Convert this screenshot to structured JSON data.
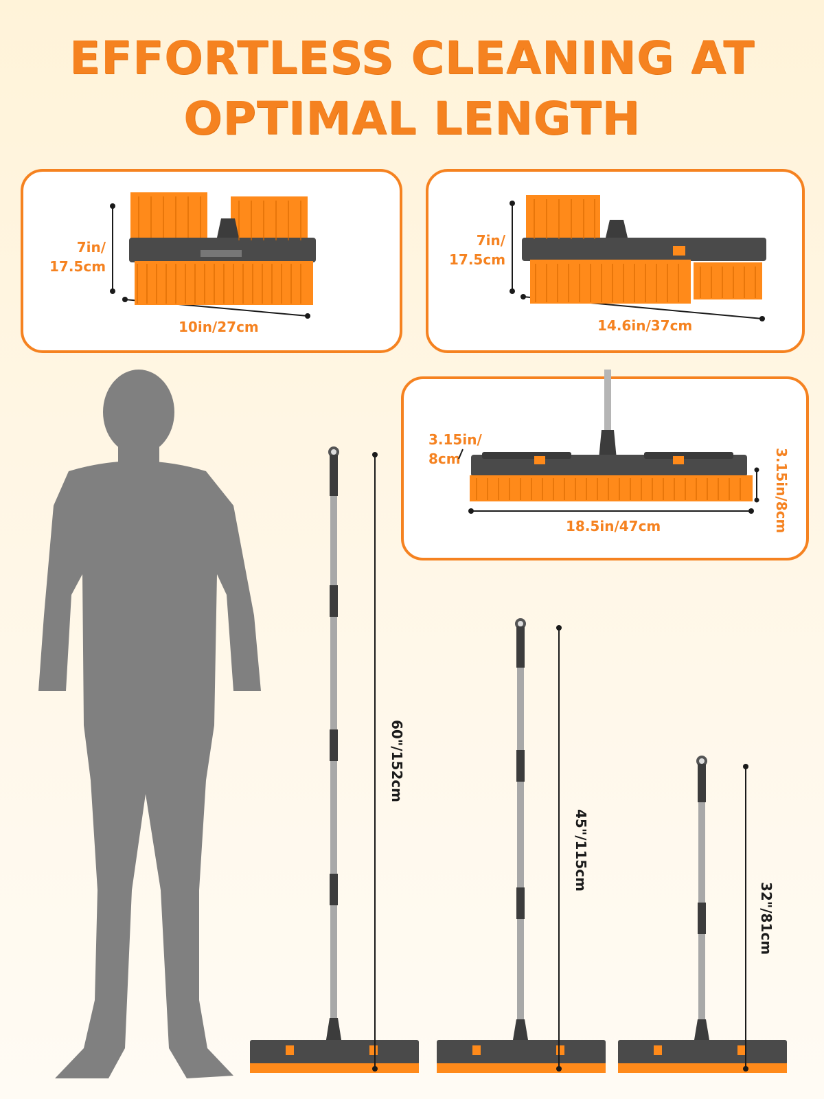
{
  "headline": {
    "line1": "EFFORTLESS CLEANING AT",
    "line2": "OPTIMAL LENGTH"
  },
  "colors": {
    "accent": "#f58220",
    "bristle": "#ff8a1a",
    "head": "#4a4a4a",
    "silhouette": "#808080",
    "pole": "#bdbdbd",
    "dimension_line": "#1a1a1a"
  },
  "cards": {
    "compact": {
      "height_label": "7in/\n17.5cm",
      "width_label": "10in/27cm"
    },
    "extended": {
      "height_label": "7in/\n17.5cm",
      "width_label": "14.6in/37cm"
    },
    "full": {
      "height_label": "3.15in/\n8cm",
      "side_height_label": "3.15in/8cm",
      "width_label": "18.5in/47cm"
    }
  },
  "poles": [
    {
      "label": "60\"/152cm"
    },
    {
      "label": "45\"/115cm"
    },
    {
      "label": "32\"/81cm"
    }
  ]
}
